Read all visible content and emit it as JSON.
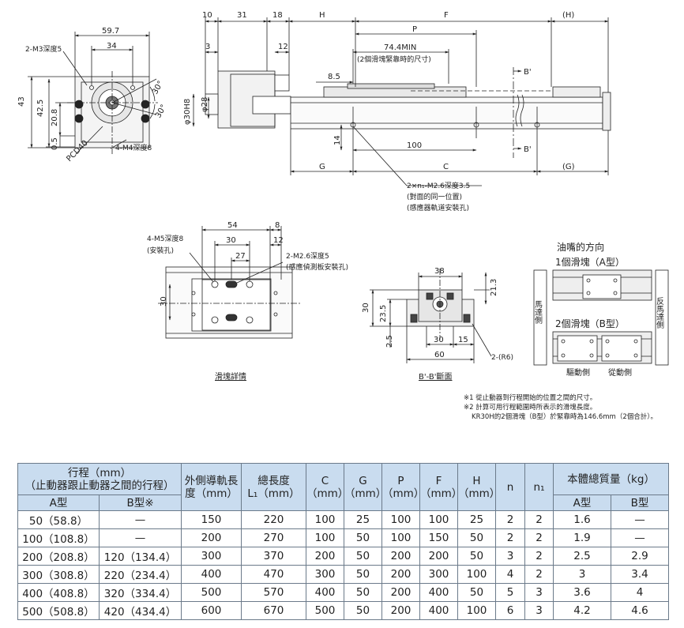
{
  "drawing": {
    "flange": {
      "dims": [
        "59.7",
        "34",
        "43",
        "42.5",
        "20.8",
        "0.5",
        "30°",
        "30°"
      ],
      "labels": [
        "2-M3深度5",
        "PCD40",
        "4-M4深度8"
      ]
    },
    "top_view": {
      "dims_top": [
        "10",
        "31",
        "18",
        "H",
        "F",
        "(H)",
        "P",
        "3",
        "12",
        "74.4MIN",
        "8.5"
      ],
      "note_min": "(2個滑塊緊靠時的尺寸)",
      "dims_side": [
        "φ30H8",
        "φ28",
        "14"
      ],
      "dims_bottom": [
        "100",
        "G",
        "C",
        "(G)"
      ],
      "section_marks": [
        "B'",
        "B'"
      ],
      "hole_note": [
        "2×n₁-M2.6深度3.5",
        "(對面的同一位置)",
        "(感應器軌道安裝孔)"
      ]
    },
    "slider_detail": {
      "dims": [
        "54",
        "8",
        "30",
        "12",
        "27",
        "30"
      ],
      "labels": [
        "4-M5深度8",
        "(安裝孔)",
        "2-M2.6深度5",
        "(感應偵測板安裝孔)"
      ],
      "caption": "滑塊詳情"
    },
    "section_view": {
      "dims": [
        "38",
        "21.3",
        "30",
        "23.5",
        "2.5",
        "30",
        "15",
        "60"
      ],
      "radius_label": "2-(R6)",
      "caption": "B'-B'斷面"
    },
    "nozzle": {
      "title": "油嘴的方向",
      "type_a": "1個滑塊（A型）",
      "type_b": "2個滑塊（B型）",
      "motor_side": "馬達側",
      "anti_motor_side": "反馬達側",
      "drive_side": "驅動側",
      "driven_side": "從動側"
    }
  },
  "notes": [
    "※1 從止動器到行程開始的位置之間的尺寸。",
    "※2 計算可用行程範圍時所表示的滑塊長度。",
    "KR30H的2個滑塊（B型）於緊靠時為146.6mm（2個合計）。"
  ],
  "table": {
    "headers": {
      "stroke": "行程（mm）",
      "stroke_sub": "（止動器跟止動器之間的行程）",
      "type_a": "A型",
      "type_b": "B型※",
      "rail_length": "外側導軌長度（mm）",
      "total_length": "總長度",
      "total_length_sub": "L₁（mm）",
      "c": "C",
      "g": "G",
      "p": "P",
      "f": "F",
      "h": "H",
      "mm": "（mm）",
      "n": "n",
      "n1": "n₁",
      "mass": "本體總質量（kg）",
      "mass_a": "A型",
      "mass_b": "B型"
    },
    "rows": [
      {
        "a": "50（58.8）",
        "b": "—",
        "rail": "150",
        "l1": "220",
        "c": "100",
        "g": "25",
        "p": "100",
        "f": "100",
        "h": "25",
        "n": "2",
        "n1": "2",
        "ma": "1.6",
        "mb": "—"
      },
      {
        "a": "100（108.8）",
        "b": "—",
        "rail": "200",
        "l1": "270",
        "c": "100",
        "g": "50",
        "p": "100",
        "f": "150",
        "h": "50",
        "n": "2",
        "n1": "2",
        "ma": "1.9",
        "mb": "—"
      },
      {
        "a": "200（208.8）",
        "b": "120（134.4）",
        "rail": "300",
        "l1": "370",
        "c": "200",
        "g": "50",
        "p": "200",
        "f": "200",
        "h": "50",
        "n": "3",
        "n1": "2",
        "ma": "2.5",
        "mb": "2.9"
      },
      {
        "a": "300（308.8）",
        "b": "220（234.4）",
        "rail": "400",
        "l1": "470",
        "c": "300",
        "g": "50",
        "p": "200",
        "f": "300",
        "h": "100",
        "n": "4",
        "n1": "2",
        "ma": "3",
        "mb": "3.4"
      },
      {
        "a": "400（408.8）",
        "b": "320（334.4）",
        "rail": "500",
        "l1": "570",
        "c": "400",
        "g": "50",
        "p": "200",
        "f": "400",
        "h": "50",
        "n": "5",
        "n1": "3",
        "ma": "3.6",
        "mb": "4"
      },
      {
        "a": "500（508.8）",
        "b": "420（434.4）",
        "rail": "600",
        "l1": "670",
        "c": "500",
        "g": "50",
        "p": "200",
        "f": "400",
        "h": "100",
        "n": "6",
        "n1": "3",
        "ma": "4.2",
        "mb": "4.6"
      }
    ]
  }
}
